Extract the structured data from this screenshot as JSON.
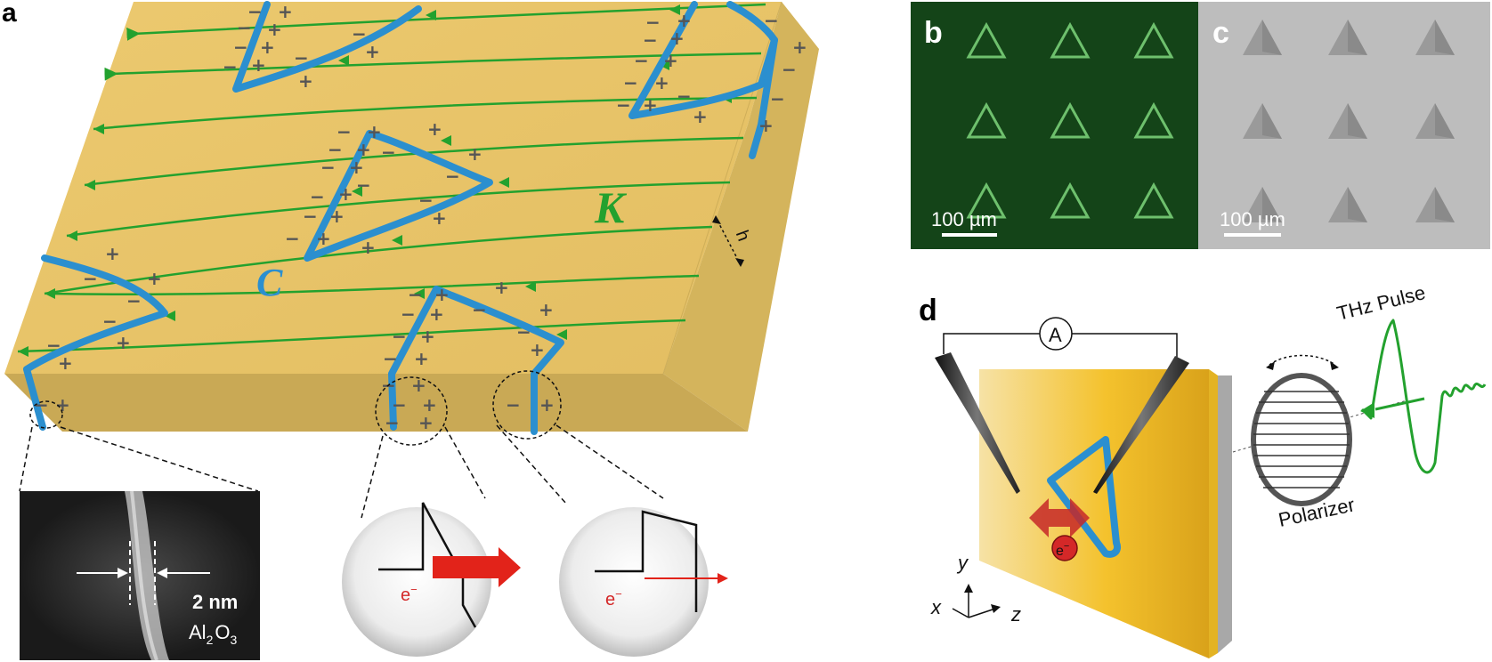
{
  "panels": {
    "a": "a",
    "b": "b",
    "c": "c",
    "d": "d"
  },
  "panel_a": {
    "K_label": "K",
    "C_label": "C",
    "h_label": "h",
    "tem_width": "2 nm",
    "tem_material_base": "Al",
    "tem_sub1": "2",
    "tem_material_o": "O",
    "tem_sub2": "3",
    "electron": "e",
    "electron_sup": "−",
    "minus": "−",
    "plus": "+"
  },
  "panel_b": {
    "scale_bar": "100 µm"
  },
  "panel_c": {
    "scale_bar": "100 µm"
  },
  "panel_d": {
    "ammeter": "A",
    "thz": "THz Pulse",
    "polarizer": "Polarizer",
    "electron": "e",
    "electron_sup": "−",
    "axis_y": "y",
    "axis_x": "x",
    "axis_z": "z"
  },
  "colors": {
    "gold": "#e7c46a",
    "gold_side": "#c9a955",
    "blue_ring": "#2b8fcf",
    "green_field": "#23a12e",
    "red_arrow": "#d42828",
    "fluor_bg": "#0f3a14",
    "fluor_line": "#7ed67c",
    "sem_bg": "#bdbdbd"
  }
}
